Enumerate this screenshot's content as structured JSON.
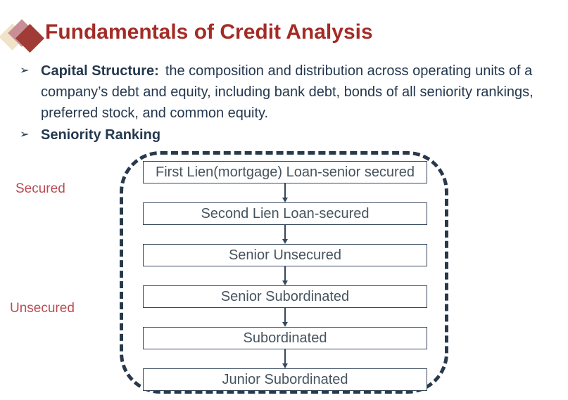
{
  "title": "Fundamentals of Credit Analysis",
  "bullets": {
    "capital_structure": {
      "bullet_glyph": "➢",
      "label": "Capital Structure:",
      "text": "the composition and distribution across operating units of a company’s debt and equity, including bank debt, bonds of all seniority rankings, preferred stock, and common equity."
    },
    "seniority_ranking": {
      "bullet_glyph": "➢",
      "label": "Seniority Ranking"
    }
  },
  "diagram": {
    "side_labels": {
      "secured": "Secured",
      "unsecured": "Unsecured"
    },
    "levels": [
      "First Lien(mortgage) Loan-senior secured",
      "Second Lien Loan-secured",
      "Senior Unsecured",
      "Senior Subordinated",
      "Subordinated",
      "Junior Subordinated"
    ]
  },
  "colors": {
    "title_red": "#A32C26",
    "body_navy": "#24384E",
    "side_label_red": "#BC4B52",
    "outline_navy": "#36485C",
    "dashed_border_navy": "#27394B",
    "diamond_cream": "#F0E3C8",
    "diamond_pink": "#C98F96",
    "diamond_red": "#A03B35"
  }
}
